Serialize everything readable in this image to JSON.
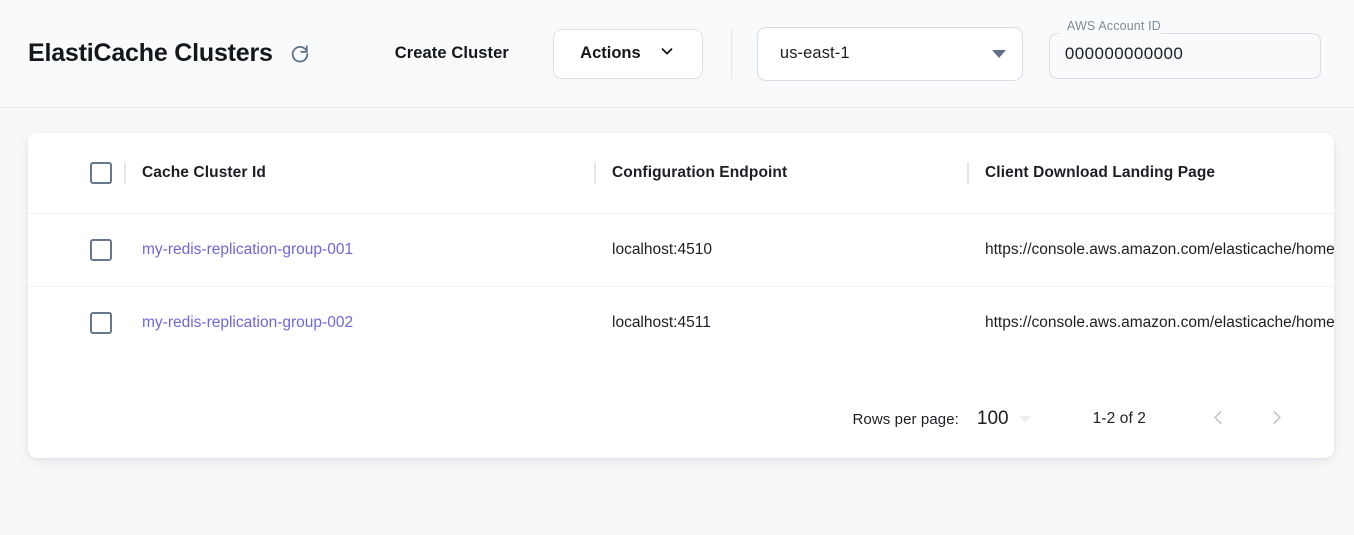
{
  "header": {
    "title": "ElastiCache Clusters",
    "refresh_icon": "refresh-icon",
    "create_cluster_label": "Create Cluster",
    "actions_label": "Actions",
    "actions_icon": "chevron-down-icon",
    "region": {
      "value": "us-east-1",
      "icon": "triangle-down-icon"
    },
    "account": {
      "label": "AWS Account ID",
      "value": "000000000000",
      "placeholder": ""
    }
  },
  "table": {
    "select_all_checkbox": "unchecked",
    "columns": [
      "Cache Cluster Id",
      "Configuration Endpoint",
      "Client Download Landing Page"
    ],
    "rows": [
      {
        "checked": false,
        "cluster_id": "my-redis-replication-group-001",
        "endpoint": "localhost:4510",
        "landing_page": "https://console.aws.amazon.com/elasticache/home"
      },
      {
        "checked": false,
        "cluster_id": "my-redis-replication-group-002",
        "endpoint": "localhost:4511",
        "landing_page": "https://console.aws.amazon.com/elasticache/home"
      }
    ]
  },
  "pagination": {
    "rows_per_page_label": "Rows per page:",
    "rows_per_page_value": "100",
    "range_label": "1-2 of 2",
    "prev_icon": "chevron-left-icon",
    "next_icon": "chevron-right-icon",
    "prev_enabled": false,
    "next_enabled": false
  },
  "colors": {
    "page_background": "#f6f8fa",
    "card_background": "#ffffff",
    "link": "#6f66d8",
    "text": "#1b1f24",
    "muted": "#7f8c9b",
    "border": "#d8dde3",
    "checkbox_border": "#67788c",
    "disabled_chevron": "#bfc4c9"
  }
}
